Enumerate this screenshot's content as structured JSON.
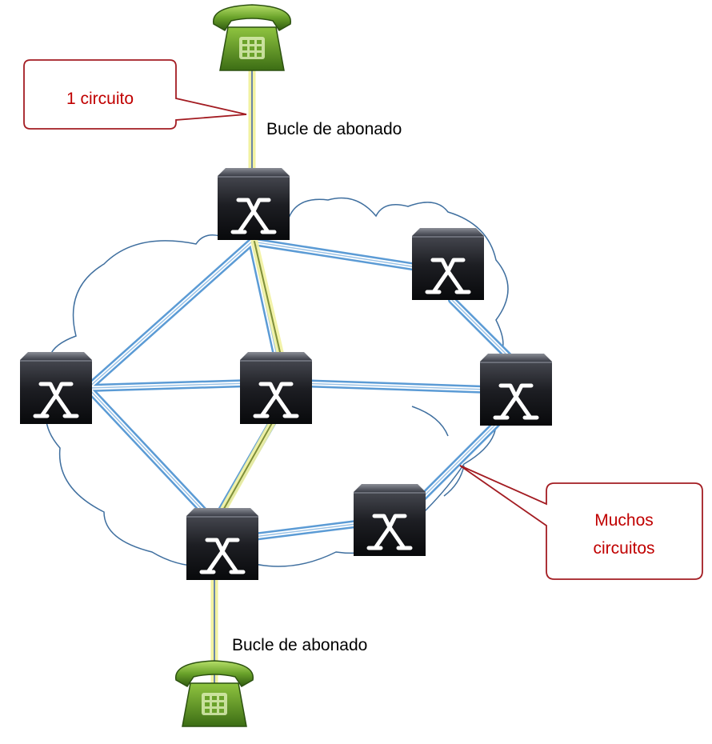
{
  "diagram": {
    "callout_top": "1 circuito",
    "label_top": "Bucle de abonado",
    "label_bottom": "Bucle de abonado",
    "callout_right_line1": "Muchos",
    "callout_right_line2": "circuitos"
  },
  "colors": {
    "callout_border": "#a31c22",
    "callout_text": "#c00000",
    "trunk": "#5b9bd5",
    "subscriber_loop": "#f2f2a0",
    "cloud": "#3f6f9f",
    "phone": "#6aa22a"
  },
  "icons": {
    "switch": "telephone-switch-icon",
    "phone": "telephone-icon"
  }
}
